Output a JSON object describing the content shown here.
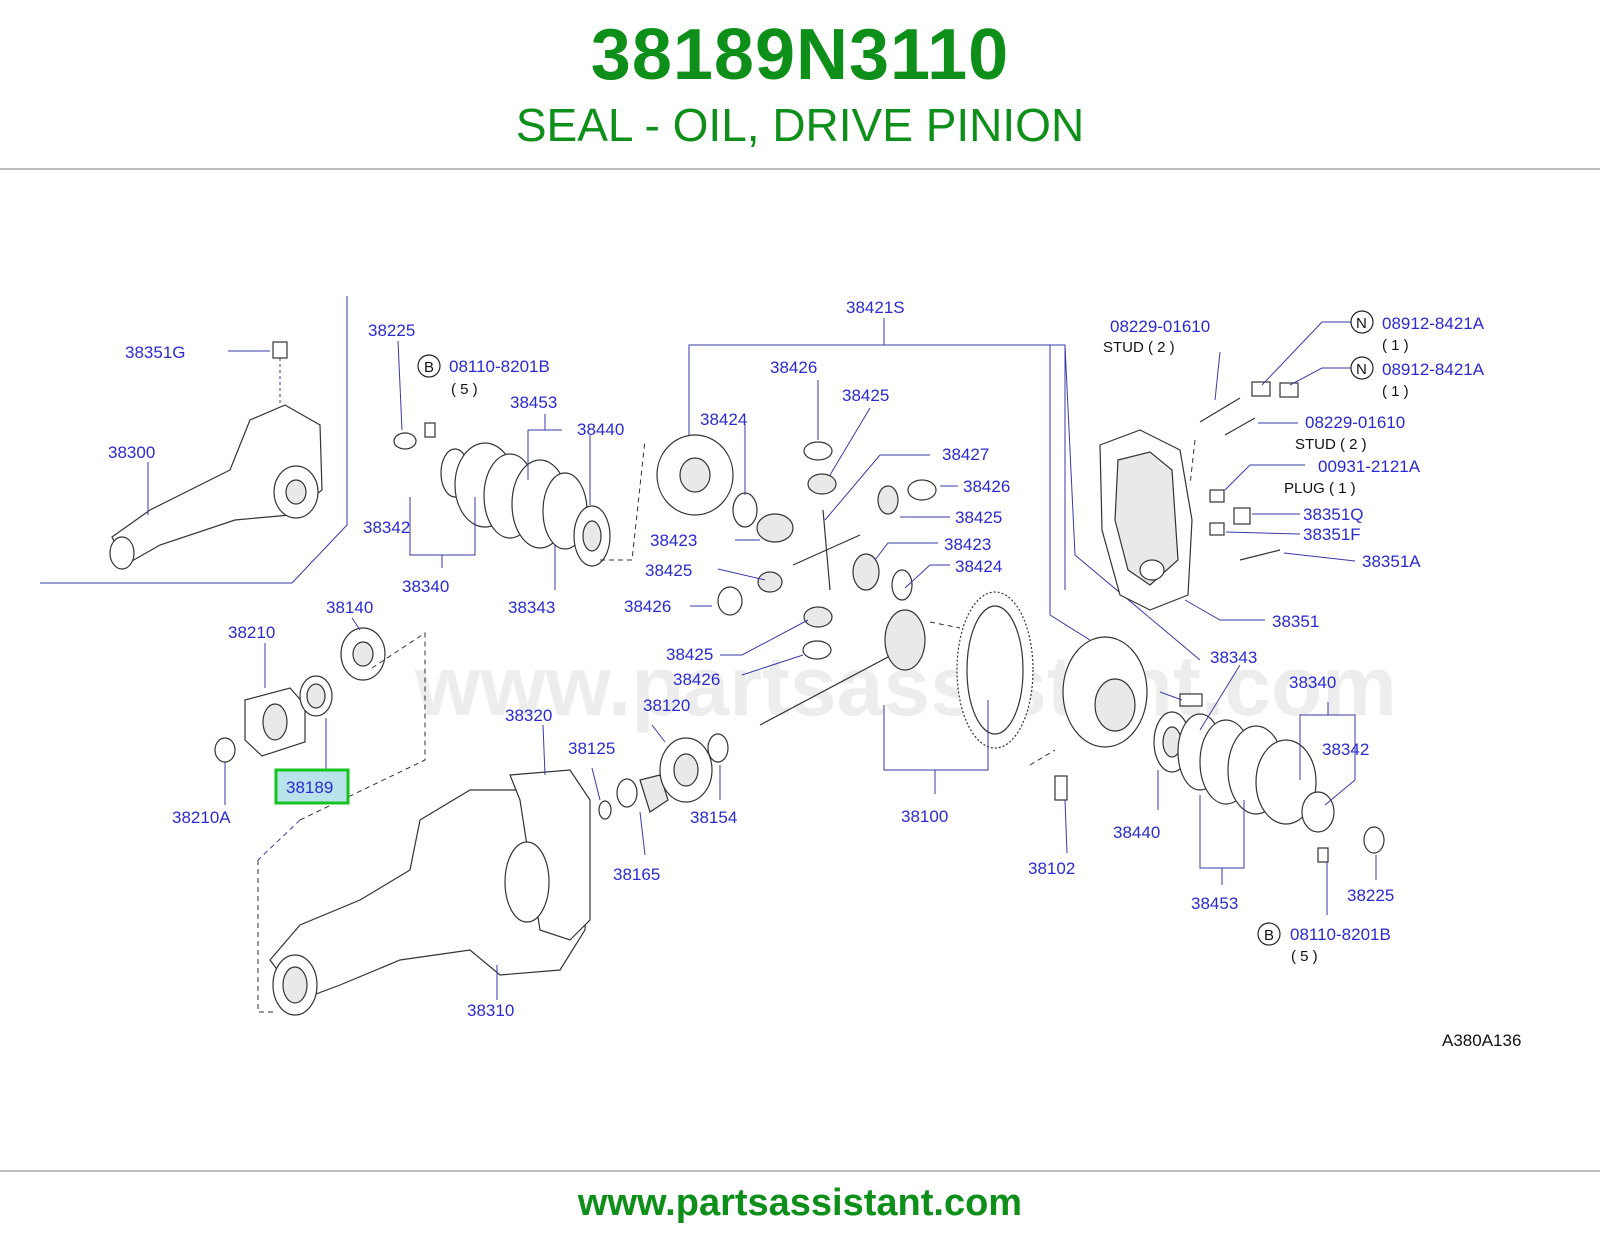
{
  "header": {
    "part_number": "38189N3110",
    "part_description": "SEAL - OIL, DRIVE PINION"
  },
  "footer": {
    "url": "www.partsassistant.com"
  },
  "diagram": {
    "code": "A380A136",
    "watermark": "www.partsassistant.com",
    "highlighted": "38189",
    "labels": {
      "l38351G": "38351G",
      "l38300": "38300",
      "l38225a": "38225",
      "l08110a": "08110-8201B",
      "l5a": "( 5 )",
      "l38453a": "38453",
      "l38440a": "38440",
      "l38342a": "38342",
      "l38340a": "38340",
      "l38343a": "38343",
      "l38421S": "38421S",
      "l38424a": "38424",
      "l38426a": "38426",
      "l38425a": "38425",
      "l38423a": "38423",
      "l38425b": "38425",
      "l38426b": "38426",
      "l38427": "38427",
      "l38426c": "38426",
      "l38425c": "38425",
      "l38423b": "38423",
      "l38424b": "38424",
      "l38425d": "38425",
      "l38426d": "38426",
      "l38140": "38140",
      "l38210": "38210",
      "l38189": "38189",
      "l38210A": "38210A",
      "l38320": "38320",
      "l38125": "38125",
      "l38120": "38120",
      "l38154": "38154",
      "l38165": "38165",
      "l38310": "38310",
      "l38100": "38100",
      "l38102": "38102",
      "l08229a": "08229-01610",
      "lstud1": "STUD ( 2 )",
      "l08912a": "08912-8421A",
      "l1a": "( 1 )",
      "l08912b": "08912-8421A",
      "l1b": "( 1 )",
      "l08229b": "08229-01610",
      "lstud2": "STUD ( 2 )",
      "l00931": "00931-2121A",
      "lplug": "PLUG ( 1 )",
      "l38351Q": "38351Q",
      "l38351F": "38351F",
      "l38351A": "38351A",
      "l38351": "38351",
      "l38343b": "38343",
      "l38340b": "38340",
      "l38342b": "38342",
      "l38440b": "38440",
      "l38453b": "38453",
      "l38225b": "38225",
      "l08110b": "08110-8201B",
      "l5b": "( 5 )",
      "sB1": "B",
      "sB2": "B",
      "sN1": "N",
      "sN2": "N"
    }
  }
}
